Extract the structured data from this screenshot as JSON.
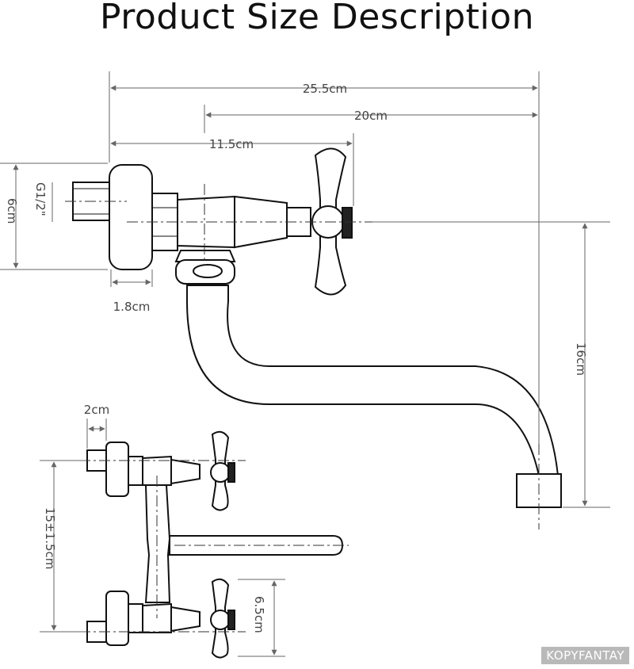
{
  "title": "Product Size Description",
  "dimensions": {
    "overall_length": "25.5cm",
    "spout_length": "20cm",
    "body_length": "11.5cm",
    "thread": "G1/2\"",
    "flange_height": "6cm",
    "flange_width": "1.8cm",
    "spout_height": "16cm",
    "connector_length": "2cm",
    "center_distance": "15±1.5cm",
    "handle_offset": "6.5cm"
  },
  "watermark": "KOPYFANTAY"
}
